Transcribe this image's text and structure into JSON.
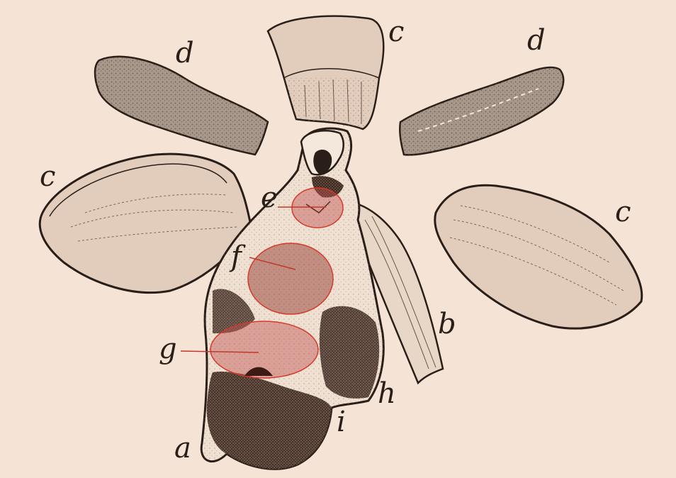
{
  "labels": {
    "a": "a",
    "b": "b",
    "c_top": "c",
    "c_left": "c",
    "c_right": "c",
    "d_left": "d",
    "d_right": "d",
    "e": "e",
    "f": "f",
    "g": "g",
    "h": "h",
    "i": "i"
  },
  "colors": {
    "background": "#f5e4d6",
    "ink": "#2a1f18",
    "highlight_fill": "#c0504d",
    "highlight_stroke": "#d43a2a",
    "sepal_fill": "#ddc7b6",
    "petal_fill": "#a8978b",
    "lip_dark": "#4a3328"
  }
}
